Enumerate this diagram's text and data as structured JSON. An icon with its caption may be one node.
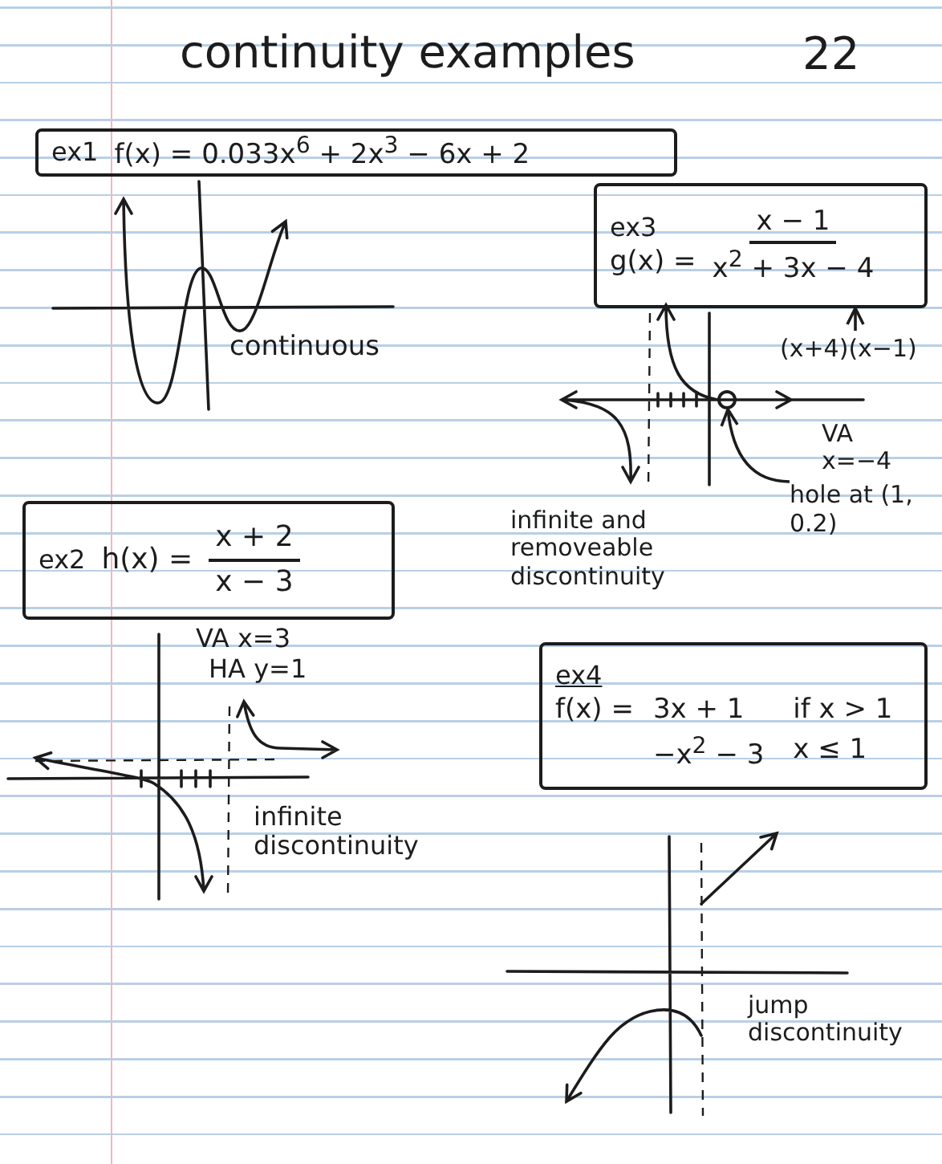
{
  "diagram": {
    "title": "continuity examples",
    "nodes": [
      {
        "text": [
          "ex1",
          "f(x) = 0.033x$^{6}$ + 2x$^{3}$ − 6x + 2"
        ]
      },
      {
        "text": [
          "ex3",
          "g(x) =",
          "x − 1",
          "x$^{2}$ + 3x − 4"
        ]
      },
      {
        "text": [
          "(x+4)(x−1)"
        ]
      },
      {
        "text": [],
        "shape": "circle"
      },
      {
        "text": [
          "hole at (1, 0.2)"
        ]
      },
      {
        "text": [
          "ex2",
          "h(x) =",
          "x + 2",
          "x − 3"
        ]
      },
      {
        "text": [
          "ex4",
          "f(x) =",
          "3x + 1",
          "if x > 1",
          "−x$^{2}$ − 3",
          "x ≤ 1"
        ]
      }
    ],
    "edges": [
      {
        "from": 2,
        "to": 1,
        "arrow": "to"
      },
      {
        "from": 4,
        "to": 3,
        "arrow": "to"
      }
    ],
    "labels": [
      "22",
      "continuous",
      "VA x=−4",
      "infinite and removeable discontinuity",
      "VA x=3",
      "HA y=1",
      "infinite discontinuity",
      "jump discontinuity"
    ]
  }
}
